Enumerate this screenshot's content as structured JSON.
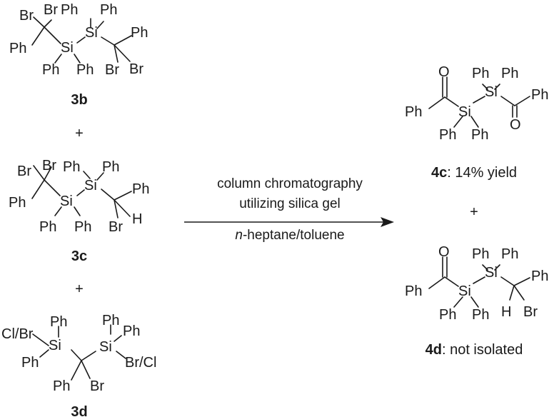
{
  "atoms": {
    "ph": "Ph",
    "si": "Si",
    "br": "Br",
    "h": "H",
    "o": "O",
    "cl_br": "Cl/Br",
    "br_cl": "Br/Cl"
  },
  "compounds": {
    "reactant_1": {
      "label": "3b"
    },
    "reactant_2": {
      "label": "3c"
    },
    "reactant_3": {
      "label": "3d"
    },
    "product_1": {
      "label": "4c",
      "note": ": 14% yield"
    },
    "product_2": {
      "label": "4d",
      "note": ": not isolated"
    }
  },
  "plus_sign": "+",
  "reaction": {
    "conditions_line1": "column chromatography",
    "conditions_line2": "utilizing silica gel",
    "solvent_prefix": "n",
    "solvent_rest": "-heptane/toluene"
  }
}
